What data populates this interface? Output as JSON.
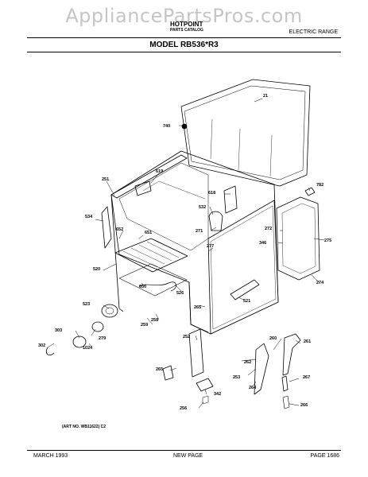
{
  "watermark": "AppliancePartsPros.com",
  "header": {
    "brand": "HOTPOINT",
    "catalog": "PARTS CATALOG",
    "product": "ELECTRIC RANGE",
    "model": "MODEL RB536*R3"
  },
  "callouts": [
    "21",
    "740",
    "619",
    "251",
    "782",
    "618",
    "532",
    "534",
    "652",
    "651",
    "271",
    "272",
    "275",
    "346",
    "277",
    "520",
    "650",
    "526",
    "521",
    "274",
    "523",
    "265",
    "259",
    "258",
    "303",
    "279",
    "1024",
    "302",
    "252",
    "260",
    "261",
    "262",
    "253",
    "264",
    "267",
    "265",
    "342",
    "256",
    "266"
  ],
  "art_no": "(ART NO. WB11622) C2",
  "footer": {
    "date": "MARCH 1993",
    "center": "NEW PAGE",
    "page": "PAGE 1686"
  }
}
